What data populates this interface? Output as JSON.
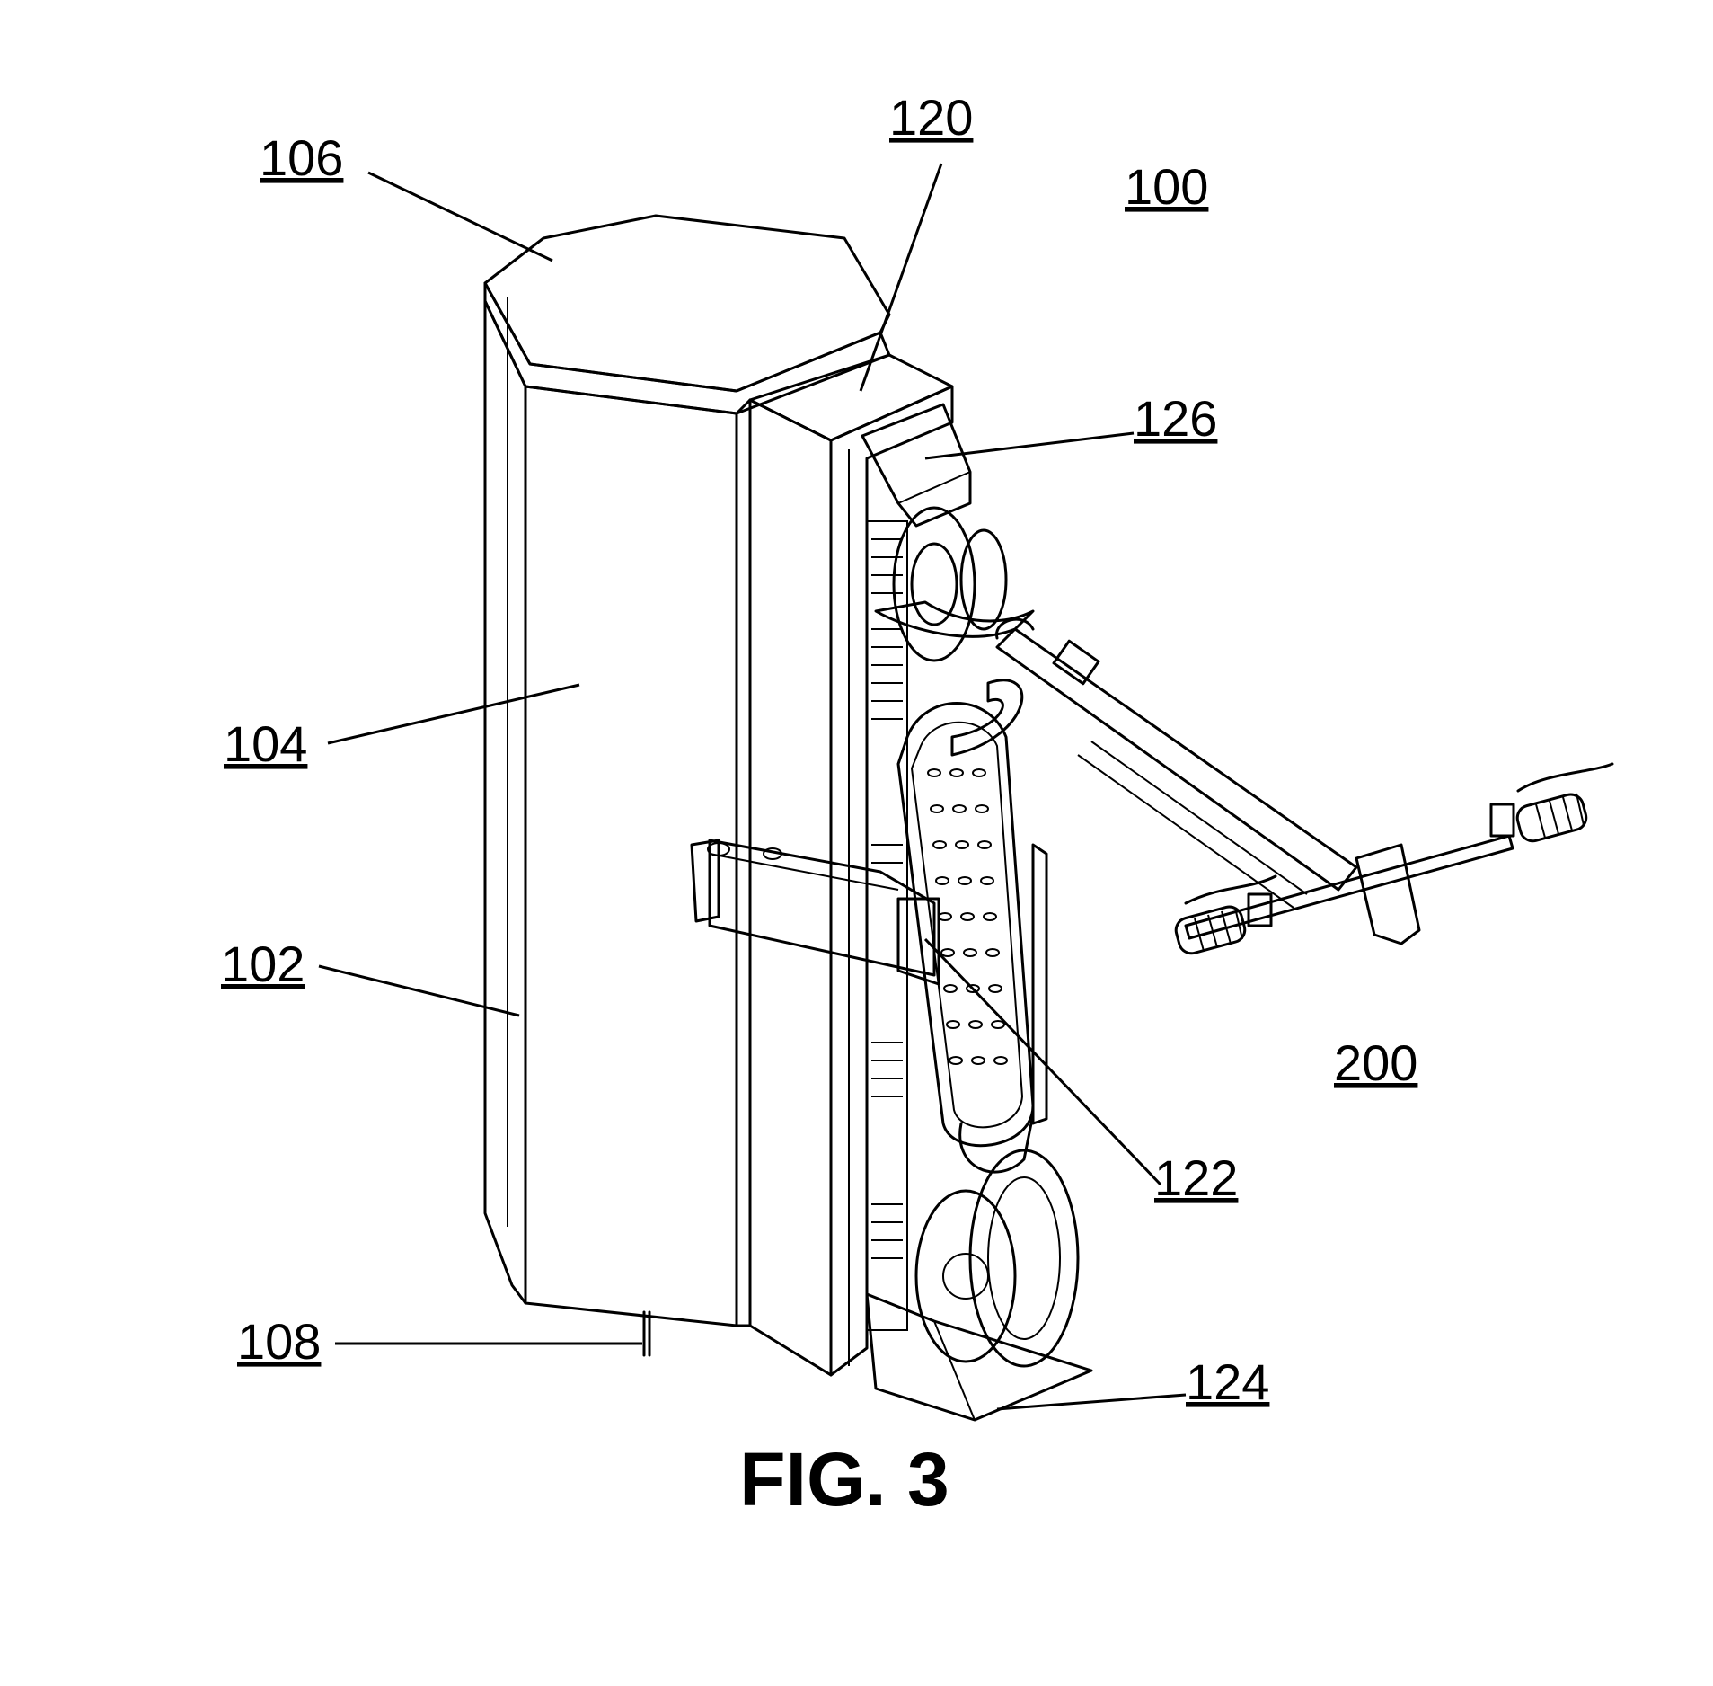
{
  "figure": {
    "caption": "FIG. 3",
    "reference_numerals": {
      "n100": "100",
      "n102": "102",
      "n104": "104",
      "n106": "106",
      "n108": "108",
      "n120": "120",
      "n122": "122",
      "n124": "124",
      "n126": "126",
      "n200": "200"
    }
  }
}
